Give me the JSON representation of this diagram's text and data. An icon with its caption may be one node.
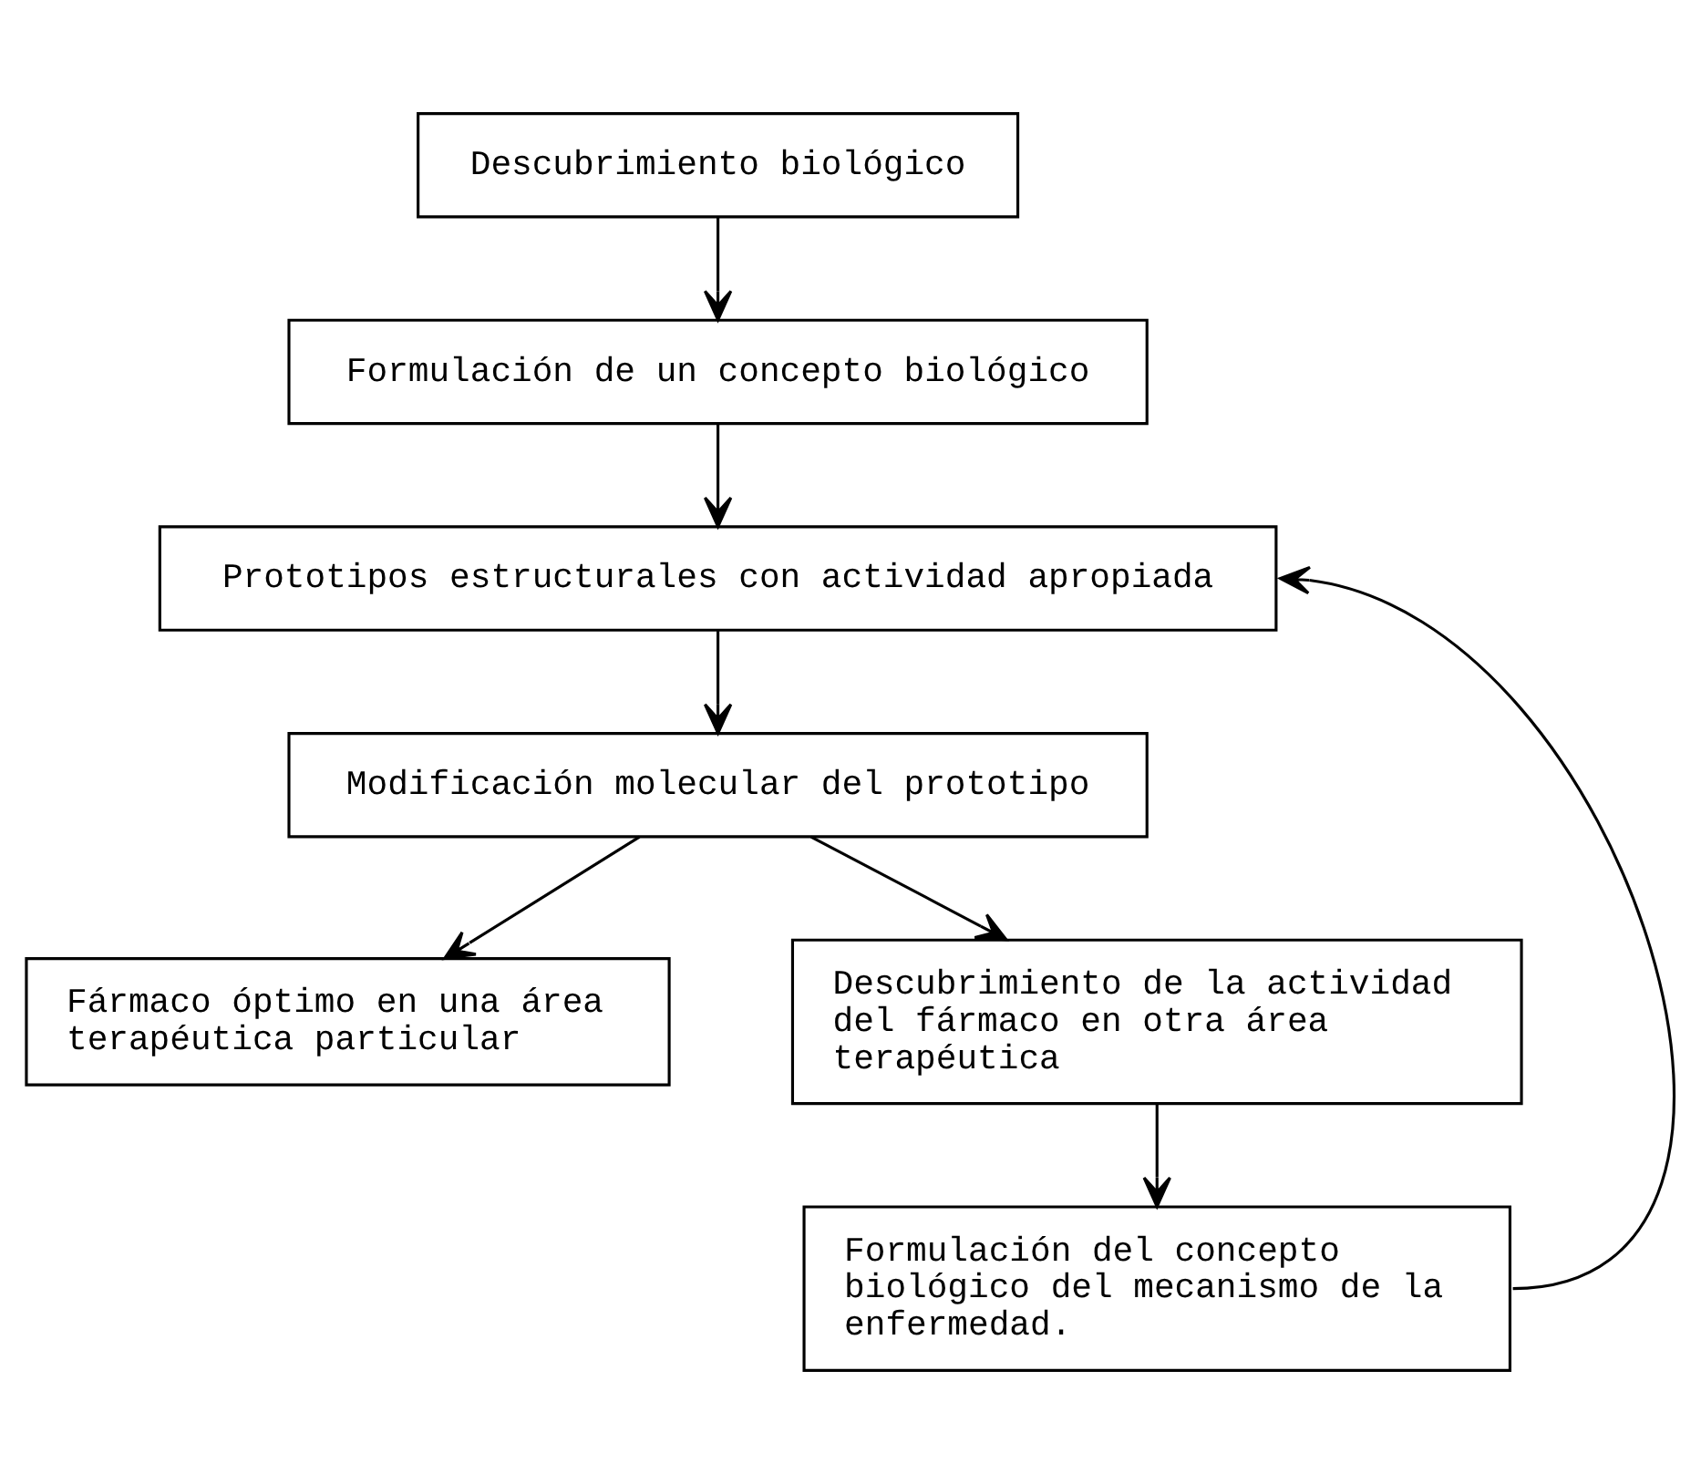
{
  "diagram": {
    "nodes": [
      {
        "text": [
          "Descubrimiento biológico"
        ]
      },
      {
        "text": [
          "Formulación de un concepto biológico"
        ]
      },
      {
        "text": [
          "Prototipos estructurales con actividad apropiada"
        ]
      },
      {
        "text": [
          "Modificación molecular del prototipo"
        ]
      },
      {
        "text": [
          "Fármaco óptimo en una área terapéutica particular"
        ]
      },
      {
        "text": [
          "Descubrimiento de la actividad del fármaco en otra área terapéutica"
        ]
      },
      {
        "text": [
          "Formulación del concepto biológico del mecanismo de la enfermedad."
        ]
      }
    ],
    "edges": [
      {
        "from": 0,
        "to": 1,
        "arrow": "to"
      },
      {
        "from": 1,
        "to": 2,
        "arrow": "to"
      },
      {
        "from": 2,
        "to": 3,
        "arrow": "to"
      },
      {
        "from": 3,
        "to": 4,
        "arrow": "to"
      },
      {
        "from": 3,
        "to": 5,
        "arrow": "to"
      },
      {
        "from": 5,
        "to": 6,
        "arrow": "to"
      },
      {
        "from": 6,
        "to": 2,
        "arrow": "to"
      }
    ]
  }
}
